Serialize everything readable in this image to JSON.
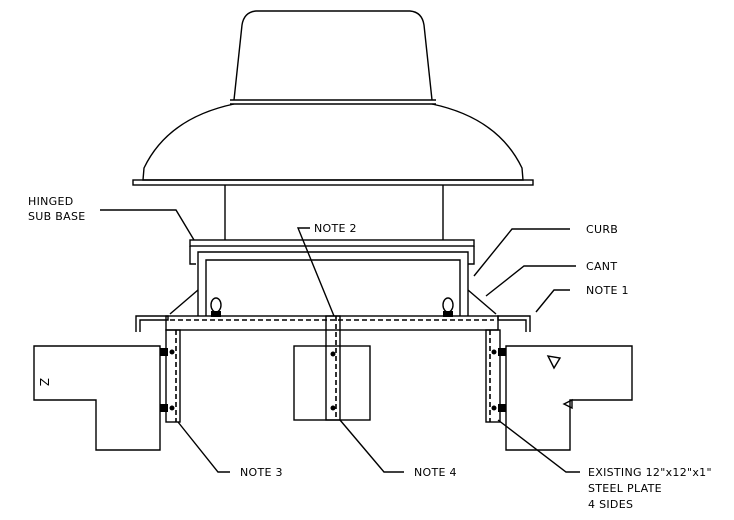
{
  "labels": {
    "hinged_sub_base_line1": "HINGED",
    "hinged_sub_base_line2": "SUB BASE",
    "note2": "NOTE 2",
    "curb": "CURB",
    "cant": "CANT",
    "note1": "NOTE 1",
    "note3": "NOTE 3",
    "note4": "NOTE 4",
    "existing_line1": "EXISTING 12\"x12\"x1\"",
    "existing_line2": "STEEL PLATE",
    "existing_line3": "4 SIDES"
  },
  "colors": {
    "ink": "#000000",
    "paper": "#ffffff"
  }
}
